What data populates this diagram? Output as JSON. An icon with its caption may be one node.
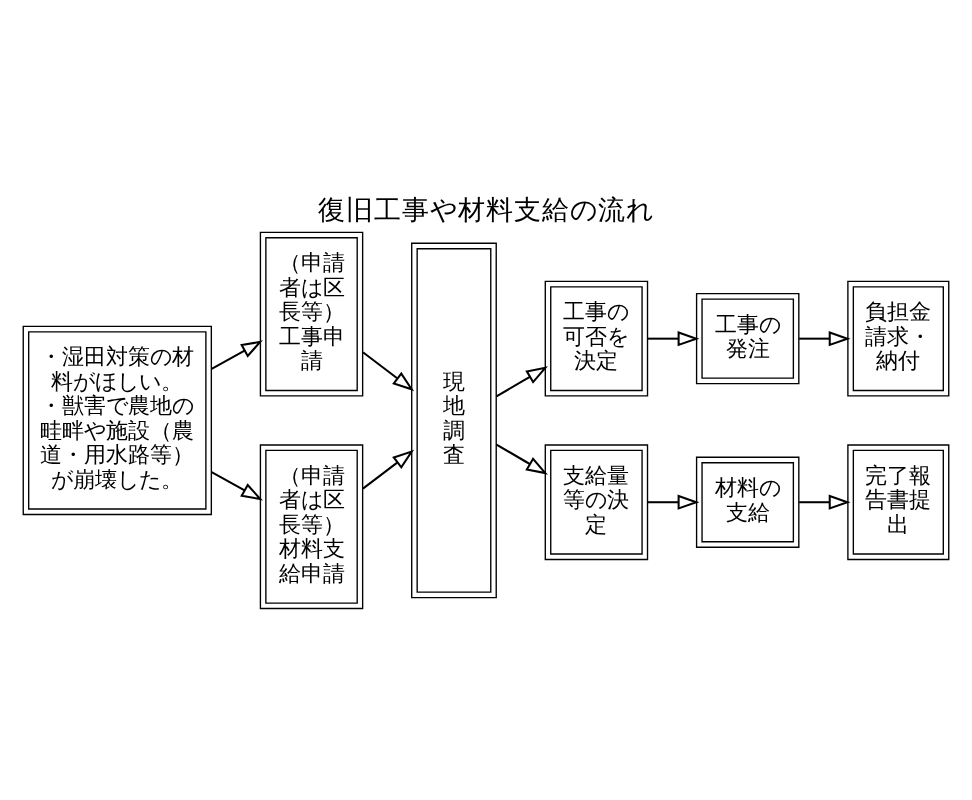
{
  "diagram": {
    "title": "復旧工事や材料支給の流れ",
    "nodes": [
      {
        "text": [
          "・湿田対策の材料がほしい。",
          "・獣害で農地の畦畔や施設（農道・用水路等）が崩壊した。"
        ]
      },
      {
        "text": [
          "（申請者は区長等）",
          "工事申請"
        ]
      },
      {
        "text": [
          "（申請者は区長等）",
          "材料支給申請"
        ]
      },
      {
        "text": [
          "現地調査"
        ]
      },
      {
        "text": [
          "工事の可否を決定"
        ]
      },
      {
        "text": [
          "支給量等の決定"
        ]
      },
      {
        "text": [
          "工事の発注"
        ]
      },
      {
        "text": [
          "材料の支給"
        ]
      },
      {
        "text": [
          "負担金請求・納付"
        ]
      },
      {
        "text": [
          "完了報告書提出"
        ]
      }
    ],
    "edges": [
      {
        "from": 0,
        "to": 1,
        "arrow": "to"
      },
      {
        "from": 0,
        "to": 2,
        "arrow": "to"
      },
      {
        "from": 1,
        "to": 3,
        "arrow": "to"
      },
      {
        "from": 2,
        "to": 3,
        "arrow": "to"
      },
      {
        "from": 3,
        "to": 4,
        "arrow": "to"
      },
      {
        "from": 3,
        "to": 5,
        "arrow": "to"
      },
      {
        "from": 4,
        "to": 6,
        "arrow": "to"
      },
      {
        "from": 6,
        "to": 8,
        "arrow": "to"
      },
      {
        "from": 5,
        "to": 7,
        "arrow": "to"
      },
      {
        "from": 7,
        "to": 9,
        "arrow": "to"
      }
    ]
  }
}
